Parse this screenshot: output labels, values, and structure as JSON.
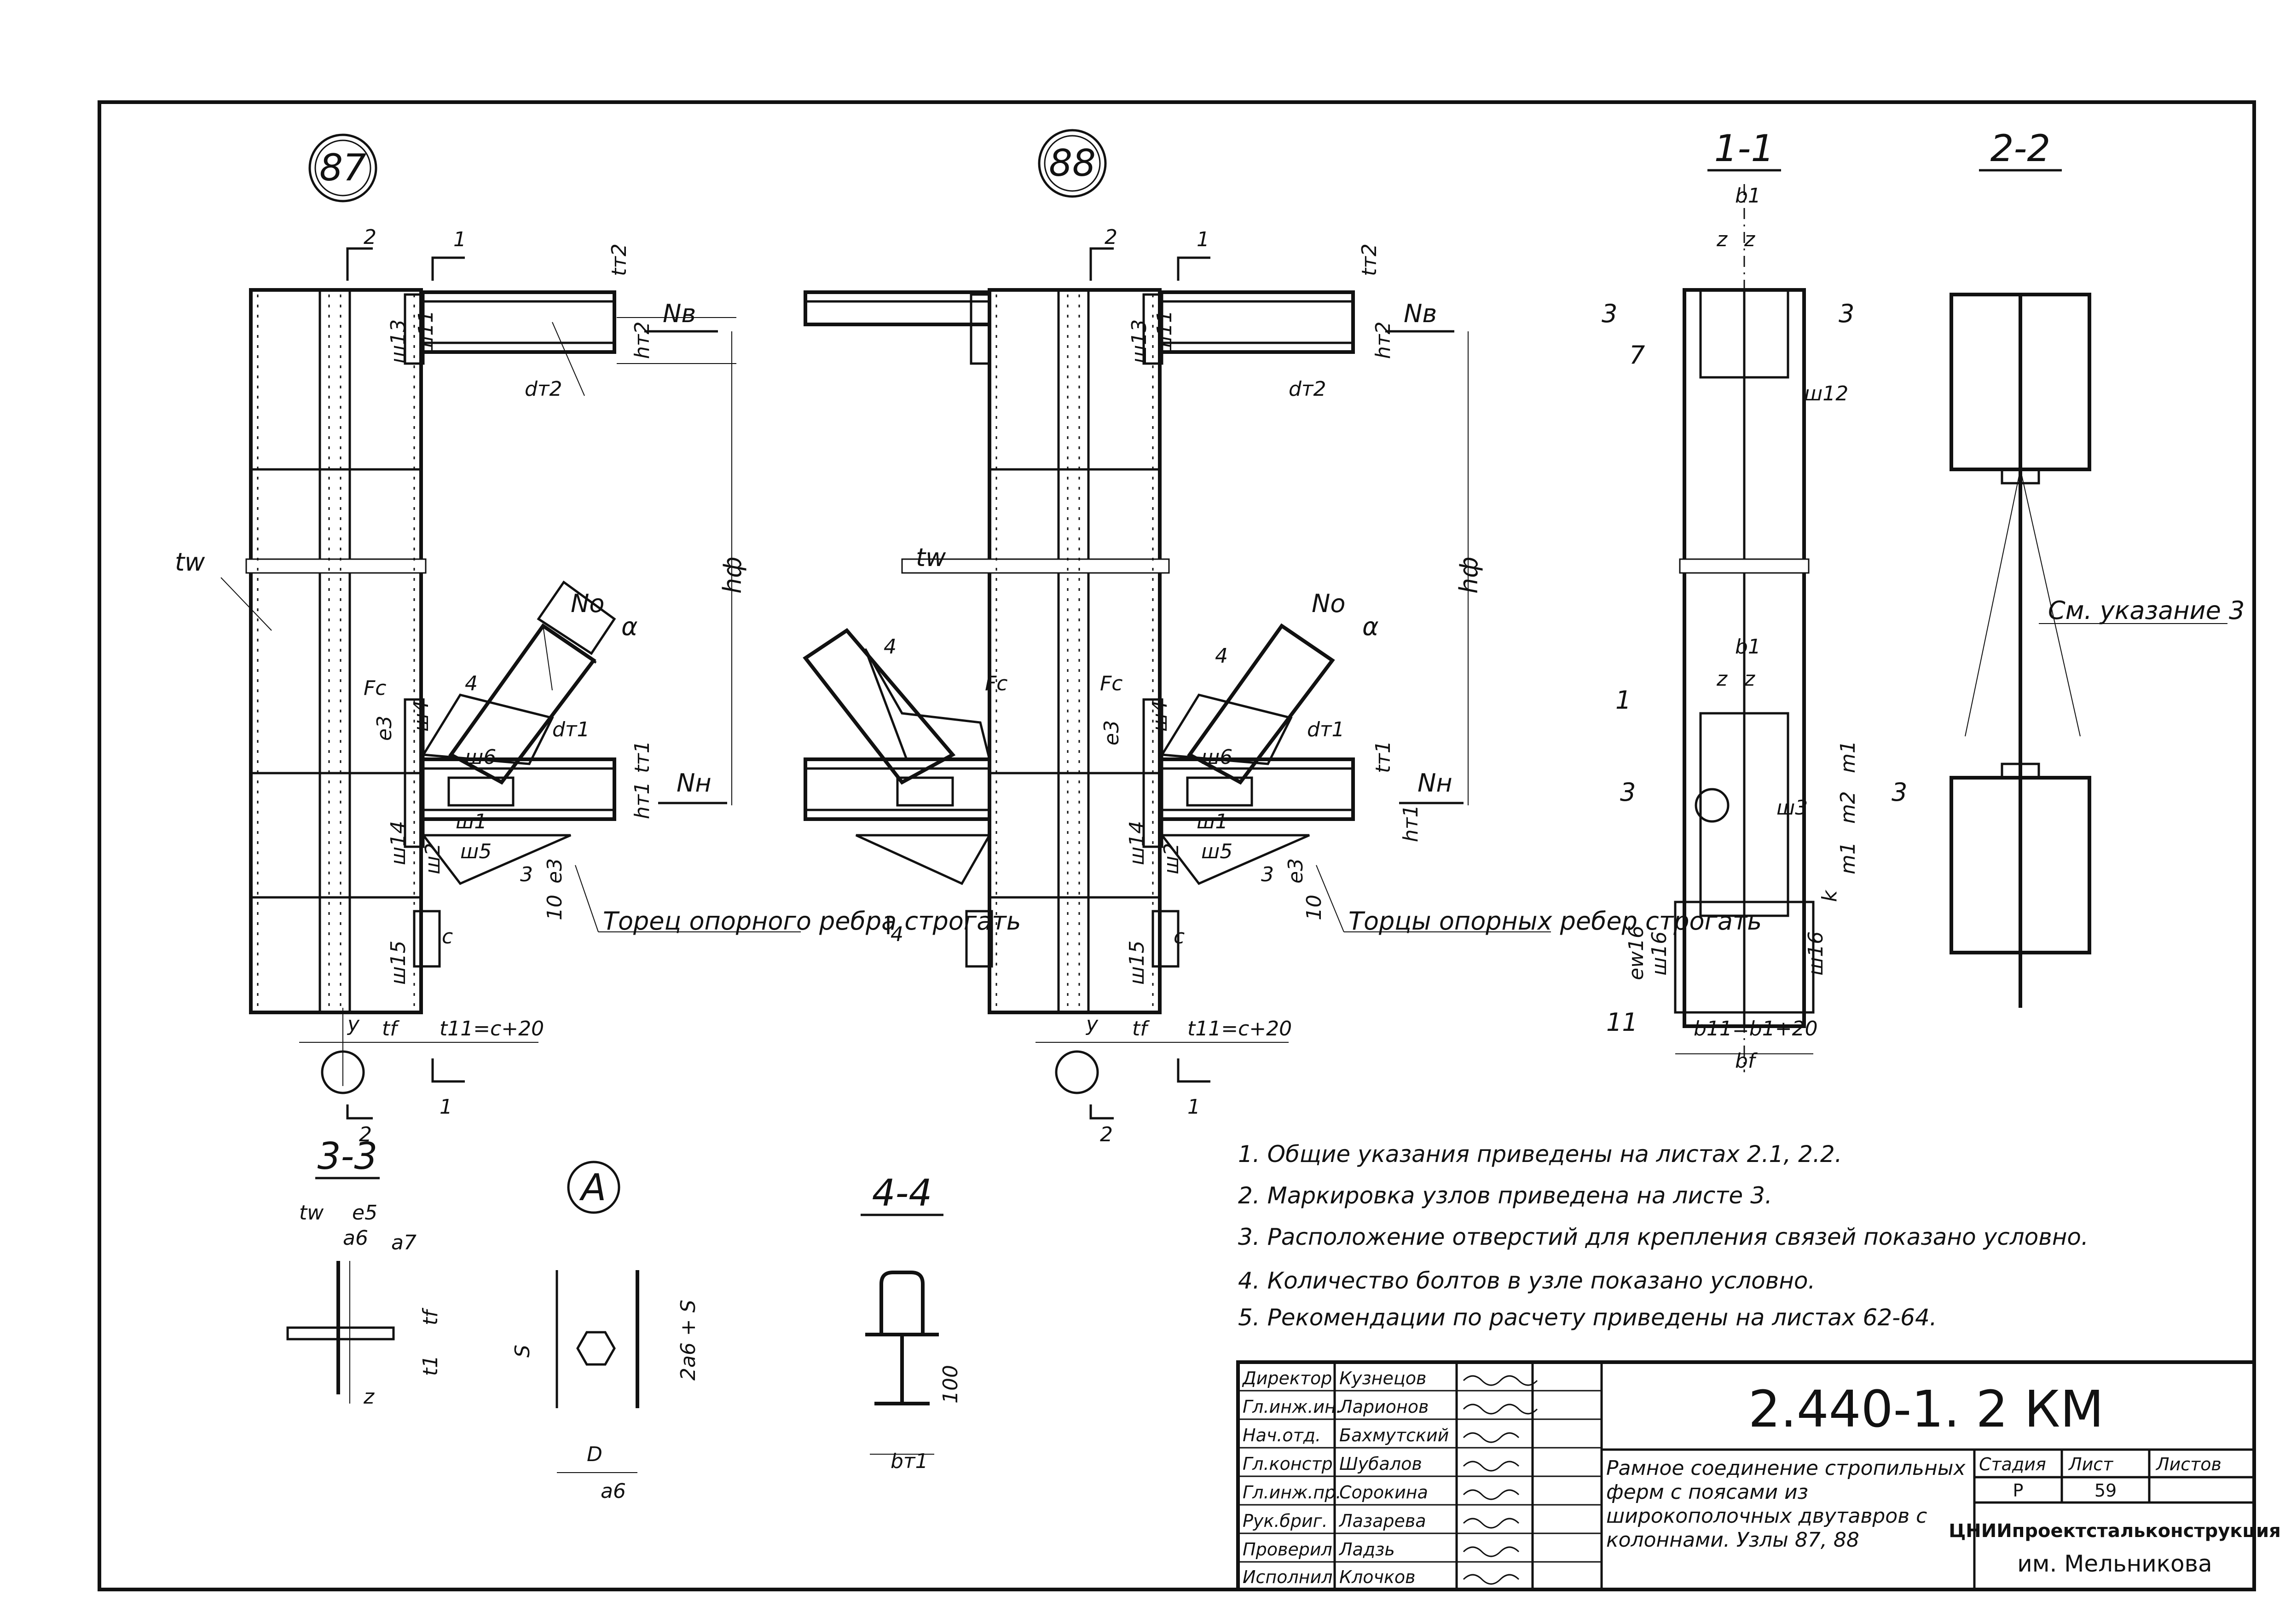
{
  "nodes": {
    "node_87": "87",
    "node_88": "88",
    "sec_1_1": "1-1",
    "sec_2_2": "2-2",
    "sec_3_3": "3-3",
    "sec_4_4": "4-4",
    "detail_A": "A"
  },
  "labels": {
    "tw": "tw",
    "Nv": "Nв",
    "Nn": "Nн",
    "No": "No",
    "alpha": "α",
    "hf": "hф",
    "dt2": "dт2",
    "dt1": "dт1",
    "tt2": "tт2",
    "ht2": "hт2",
    "tt1": "tт1",
    "ht1": "hт1",
    "Fc": "Fc",
    "c": "c",
    "e3": "e3",
    "y": "y",
    "tf": "tf",
    "t11": "t11=c+20",
    "sh1": "ш1",
    "sh2": "ш2",
    "sh3": "ш3",
    "sh4": "ш4",
    "sh5": "ш5",
    "sh6": "ш6",
    "sh11": "ш11",
    "sh12": "ш12",
    "sh13": "ш13",
    "sh14": "ш14",
    "sh15": "ш15",
    "sh16": "ш16",
    "ew16": "ew16",
    "n1": "1",
    "n2": "2",
    "n3": "3",
    "n4": "4",
    "n7": "7",
    "n10": "10",
    "n11": "11",
    "b1": "b1",
    "bf": "bf",
    "b11": "b11=b1+20",
    "bt1": "bт1",
    "z": "z",
    "m1": "m1",
    "m2": "m2",
    "k": "k",
    "S": "S",
    "D": "D",
    "a6": "a6",
    "a7": "a7",
    "e5": "e5",
    "t1": "t1",
    "two_a6_S": "2a6 + S",
    "dim100": "100",
    "torec_87": "Торец опорного ребра строгать",
    "torec_88": "Торцы опорных ребер строгать",
    "see_note_3": "См. указание 3"
  },
  "notes": [
    "1.  Общие указания приведены на листах 2.1, 2.2.",
    "2.  Маркировка узлов приведена на листе 3.",
    "3.  Расположение отверстий для крепления связей показано условно.",
    "4.  Количество болтов в узле показано условно.",
    "5.  Рекомендации по расчету приведены на листах 62-64."
  ],
  "title_block": {
    "code": "2.440-1. 2 КМ",
    "title": "Рамное соединение стропильных ферм с поясами из широкополочных двутавров с колоннами. Узлы 87, 88",
    "stage_label": "Стадия",
    "sheet_label": "Лист",
    "sheets_label": "Листов",
    "stage_value": "Р",
    "sheet_value": "59",
    "sheets_value": "",
    "org_line1": "ЦНИИпроектстальконструкция",
    "org_line2": "им. Мельникова",
    "staff": [
      {
        "role": "Директор",
        "name": "Кузнецов"
      },
      {
        "role": "Гл.инж.ин.",
        "name": "Ларионов"
      },
      {
        "role": "Нач.отд.",
        "name": "Бахмутский"
      },
      {
        "role": "Гл.констр.",
        "name": "Шубалов"
      },
      {
        "role": "Гл.инж.пр.",
        "name": "Сорокина"
      },
      {
        "role": "Рук.бриг.",
        "name": "Лазарева"
      },
      {
        "role": "Проверил",
        "name": "Ладзь"
      },
      {
        "role": "Исполнил",
        "name": "Клочков"
      }
    ]
  }
}
